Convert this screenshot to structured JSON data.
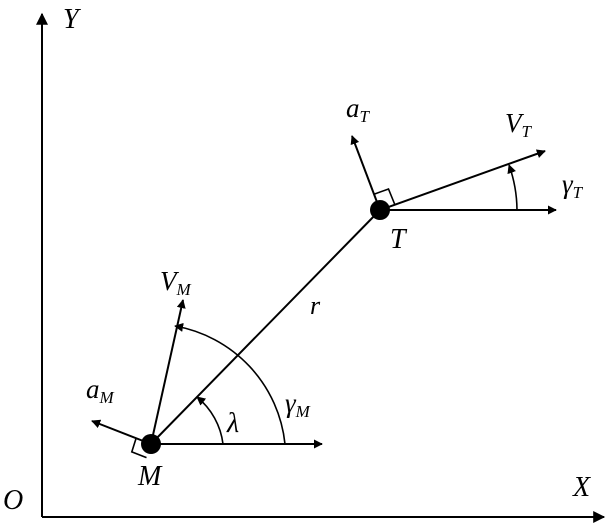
{
  "axes": {
    "origin_label": "O",
    "x_label": "X",
    "y_label": "Y"
  },
  "points": {
    "missile_label": "M",
    "target_label": "T"
  },
  "line_of_sight": {
    "range_label": "r",
    "angle_symbol": "λ"
  },
  "missile": {
    "velocity_symbol": "V",
    "velocity_subscript": "M",
    "acceleration_symbol": "a",
    "acceleration_subscript": "M",
    "path_angle_symbol": "γ",
    "path_angle_subscript": "M"
  },
  "target": {
    "velocity_symbol": "V",
    "velocity_subscript": "T",
    "acceleration_symbol": "a",
    "acceleration_subscript": "T",
    "path_angle_symbol": "γ",
    "path_angle_subscript": "T"
  }
}
